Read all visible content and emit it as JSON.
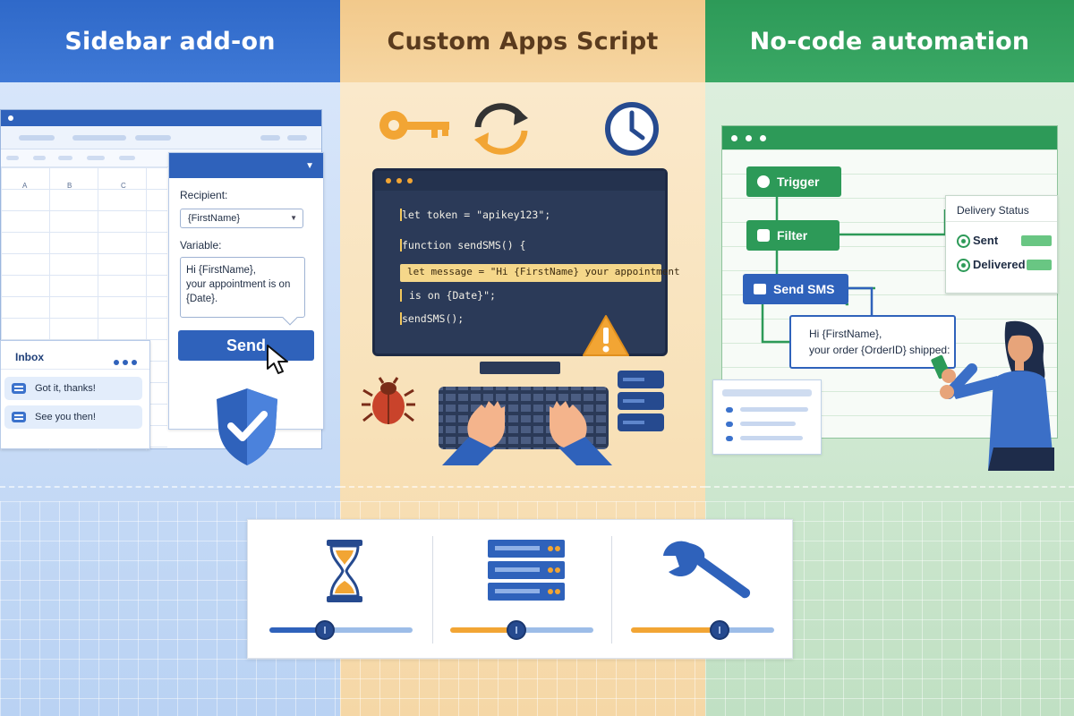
{
  "panels": {
    "sidebar": {
      "title": "Sidebar add-on",
      "sheet_columns": [
        "A",
        "B",
        "C"
      ],
      "form": {
        "recipient_label": "Recipient:",
        "recipient_value": "{FirstName}",
        "variable_label": "Variable:",
        "message_lines": [
          "Hi {FirstName},",
          "your appointment is on",
          "{Date}."
        ],
        "send_label": "Send"
      },
      "inbox": {
        "title": "Inbox",
        "messages": [
          "Got it, thanks!",
          "See you then!"
        ]
      }
    },
    "script": {
      "title": "Custom Apps Script",
      "code_lines": [
        "let token = \"apikey123\";",
        "function sendSMS() {",
        "let message = \"Hi {FirstName} your appointment",
        "is on {Date}\";",
        "sendSMS();"
      ]
    },
    "nocode": {
      "title": "No-code automation",
      "flow_nodes": [
        "Trigger",
        "Filter",
        "Send SMS"
      ],
      "message_lines": [
        "Hi {FirstName},",
        "your order {OrderID} shipped:"
      ],
      "status": {
        "title": "Delivery Status",
        "items": [
          "Sent",
          "Delivered"
        ]
      }
    }
  },
  "comparison_sliders": [
    {
      "icon": "hourglass-icon",
      "level": 0.39,
      "color": "#2f62bb"
    },
    {
      "icon": "server-icon",
      "level": 0.46,
      "color": "#f2a534"
    },
    {
      "icon": "wrench-icon",
      "level": 0.62,
      "color": "#f2a534"
    }
  ],
  "colors": {
    "blue": "#2f62bb",
    "orange": "#f2a534",
    "green": "#2d9a58"
  }
}
